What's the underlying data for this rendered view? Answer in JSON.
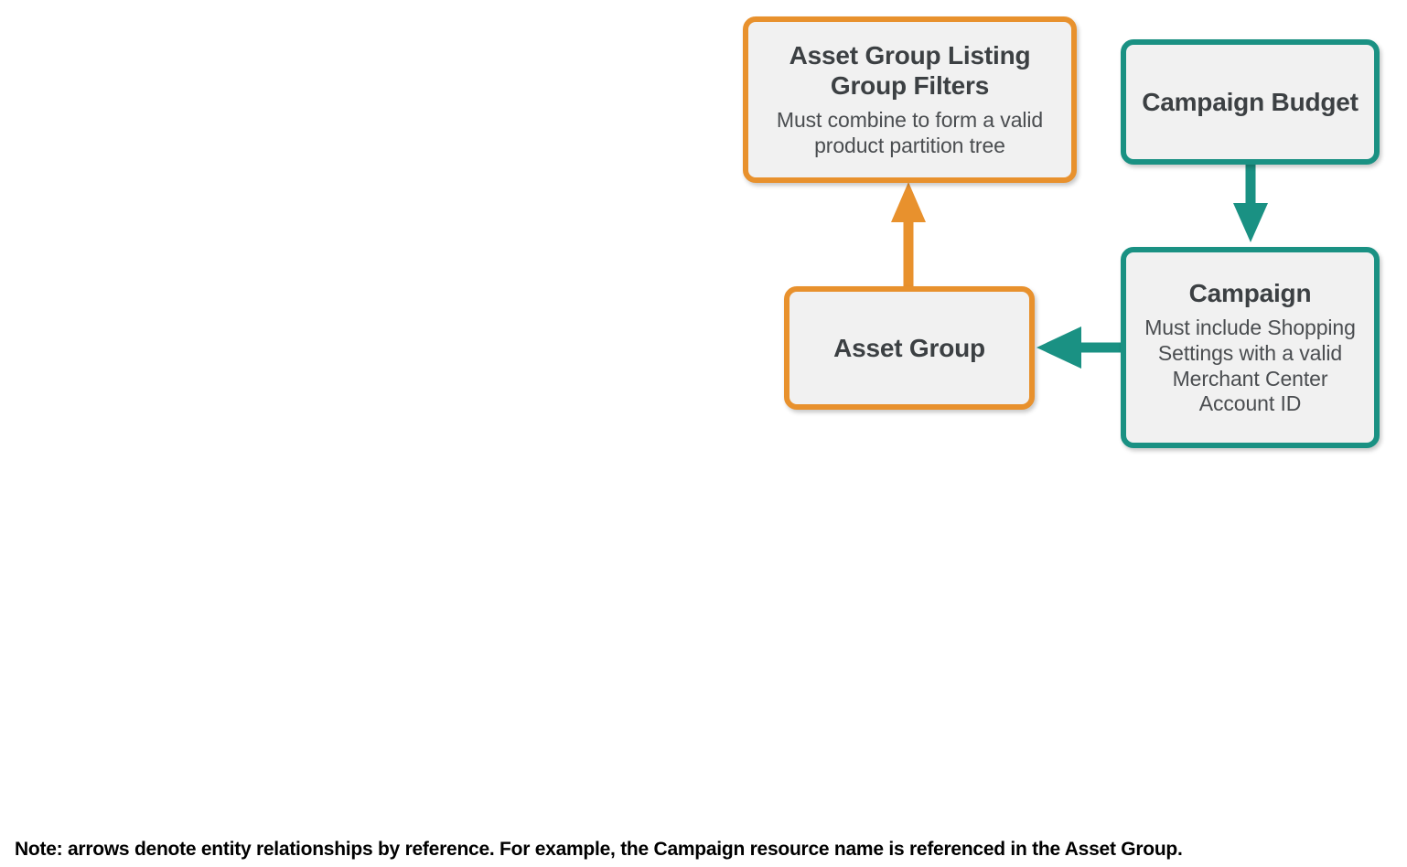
{
  "diagram": {
    "nodes": [
      {
        "id": "asset-group-listing-group-filters",
        "title": "Asset Group Listing Group Filters",
        "subtitle": "Must combine to form a valid product partition tree",
        "accent_color": "#e8912d",
        "fill_color": "#f1f1f1",
        "text_color": "#3c4043"
      },
      {
        "id": "campaign-budget",
        "title": "Campaign Budget",
        "subtitle": "",
        "accent_color": "#1a9183",
        "fill_color": "#f1f1f1",
        "text_color": "#3c4043"
      },
      {
        "id": "asset-group",
        "title": "Asset Group",
        "subtitle": "",
        "accent_color": "#e8912d",
        "fill_color": "#f1f1f1",
        "text_color": "#3c4043"
      },
      {
        "id": "campaign",
        "title": "Campaign",
        "subtitle": "Must include Shopping Settings with a valid Merchant Center Account ID",
        "accent_color": "#1a9183",
        "fill_color": "#f1f1f1",
        "text_color": "#3c4043"
      }
    ],
    "edges": [
      {
        "id": "asset-group-to-listing-group-filters",
        "from": "asset-group",
        "to": "asset-group-listing-group-filters",
        "direction": "up",
        "color": "#e8912d"
      },
      {
        "id": "campaign-budget-to-campaign",
        "from": "campaign-budget",
        "to": "campaign",
        "direction": "down",
        "color": "#1a9183"
      },
      {
        "id": "campaign-to-asset-group",
        "from": "campaign",
        "to": "asset-group",
        "direction": "left",
        "color": "#1a9183"
      }
    ]
  },
  "footnote": {
    "text": "Note: arrows denote entity relationships by reference. For example, the Campaign resource name is referenced in the Asset Group."
  }
}
